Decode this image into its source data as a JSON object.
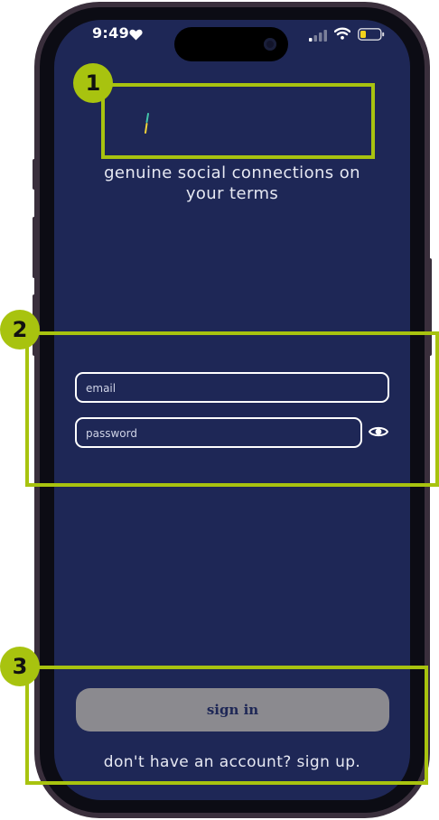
{
  "status_bar": {
    "time": "9:49",
    "icons": [
      "heart-icon",
      "signal-icon",
      "wifi-icon",
      "battery-icon"
    ]
  },
  "app": {
    "tagline_line1": "genuine social connections on",
    "tagline_line2": "your terms",
    "email_placeholder": "email",
    "password_placeholder": "password",
    "sign_in_label": "sign in",
    "signup_text": "don't have an account? sign up."
  },
  "annotations": {
    "marker_1": "1",
    "marker_2": "2",
    "marker_3": "3"
  },
  "colors": {
    "screen_background": "#1e2756",
    "annotation": "#a8c30f",
    "button_gray": "#8b8a8f"
  }
}
